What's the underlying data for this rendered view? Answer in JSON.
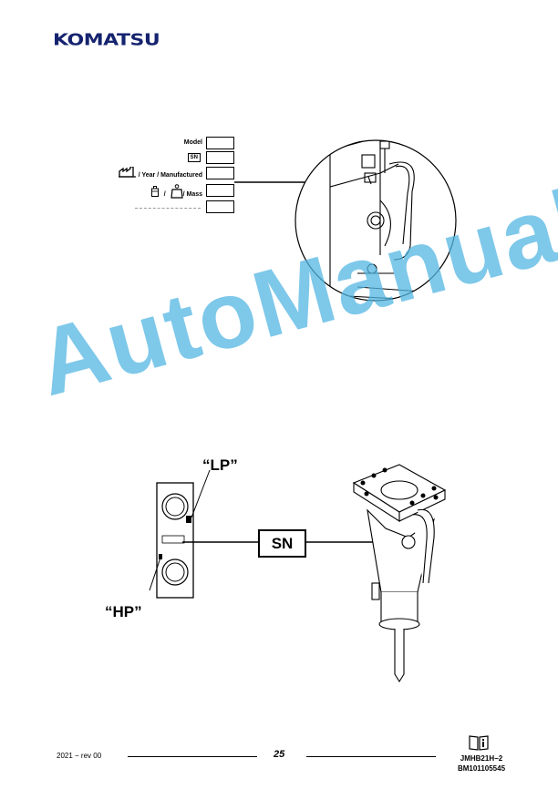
{
  "header": {
    "brand": "KOMATSU"
  },
  "nameplate": {
    "rows": [
      {
        "label": "Model"
      },
      {
        "label": "SN"
      },
      {
        "label": "/ Year / Manufactured"
      },
      {
        "label": "/ Mass"
      }
    ],
    "dashes": "- - - - - - - - - -"
  },
  "lower_figure": {
    "lp_label": "“LP”",
    "hp_label": "“HP”",
    "sn_label": "SN"
  },
  "watermark": {
    "text": "AutoManual"
  },
  "footer": {
    "date_rev": "2021 − rev 00",
    "page_number": "25",
    "doc_code_1": "JMHB21H−2",
    "doc_code_2": "BM101105545"
  },
  "icons": {
    "factory": "factory-icon",
    "oil_can": "oil-can-icon",
    "weight": "weight-icon",
    "manual_info": "manual-info-icon"
  }
}
